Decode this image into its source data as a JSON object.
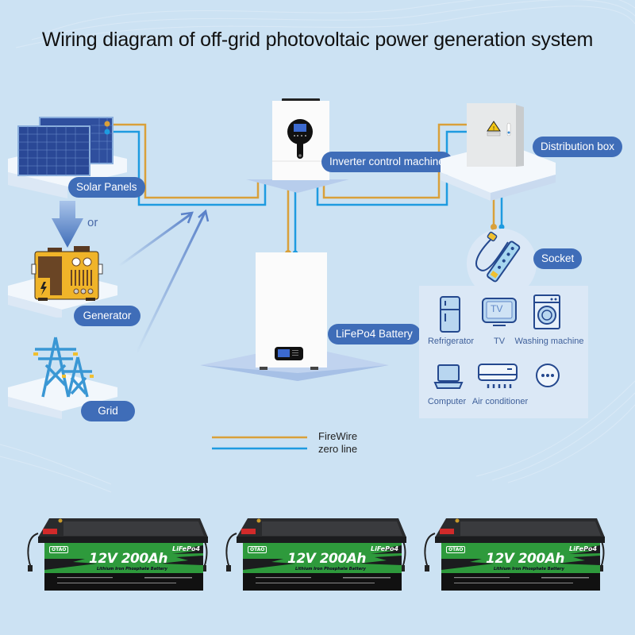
{
  "title": "Wiring diagram of off-grid photovoltaic power generation system",
  "colors": {
    "background": "#cce2f3",
    "label_pill": "#3f6db8",
    "fire_wire": "#d9a03a",
    "zero_line": "#1e9be0",
    "arrow": "#5b82c9",
    "battery_green": "#2e9a3c"
  },
  "components": {
    "solar_panels": "Solar Panels",
    "generator": "Generator",
    "grid": "Grid",
    "or_text": "or",
    "inverter": "Inverter control machine",
    "distribution_box": "Distribution box",
    "socket": "Socket",
    "battery": "LiFePo4 Battery"
  },
  "appliances": [
    {
      "label": "Refrigerator",
      "icon": "refrigerator-icon"
    },
    {
      "label": "TV",
      "icon": "tv-icon",
      "screen_text": "TV"
    },
    {
      "label": "Washing machine",
      "icon": "washing-machine-icon"
    },
    {
      "label": "Computer",
      "icon": "laptop-icon"
    },
    {
      "label": "Air conditioner",
      "icon": "air-conditioner-icon"
    },
    {
      "label": "",
      "icon": "more-icon"
    }
  ],
  "legend": [
    {
      "label": "FireWire",
      "color": "#d9a03a"
    },
    {
      "label": "zero line",
      "color": "#1e9be0"
    }
  ],
  "product_batteries": [
    {
      "brand": "OTAO",
      "type": "LiFePo4",
      "rating": "12V 200Ah",
      "subtitle": "Lithium Iron Phosphate Battery"
    },
    {
      "brand": "OTAO",
      "type": "LiFePo4",
      "rating": "12V 200Ah",
      "subtitle": "Lithium Iron Phosphate Battery"
    },
    {
      "brand": "OTAO",
      "type": "LiFePo4",
      "rating": "12V 200Ah",
      "subtitle": "Lithium Iron Phosphate Battery"
    }
  ]
}
